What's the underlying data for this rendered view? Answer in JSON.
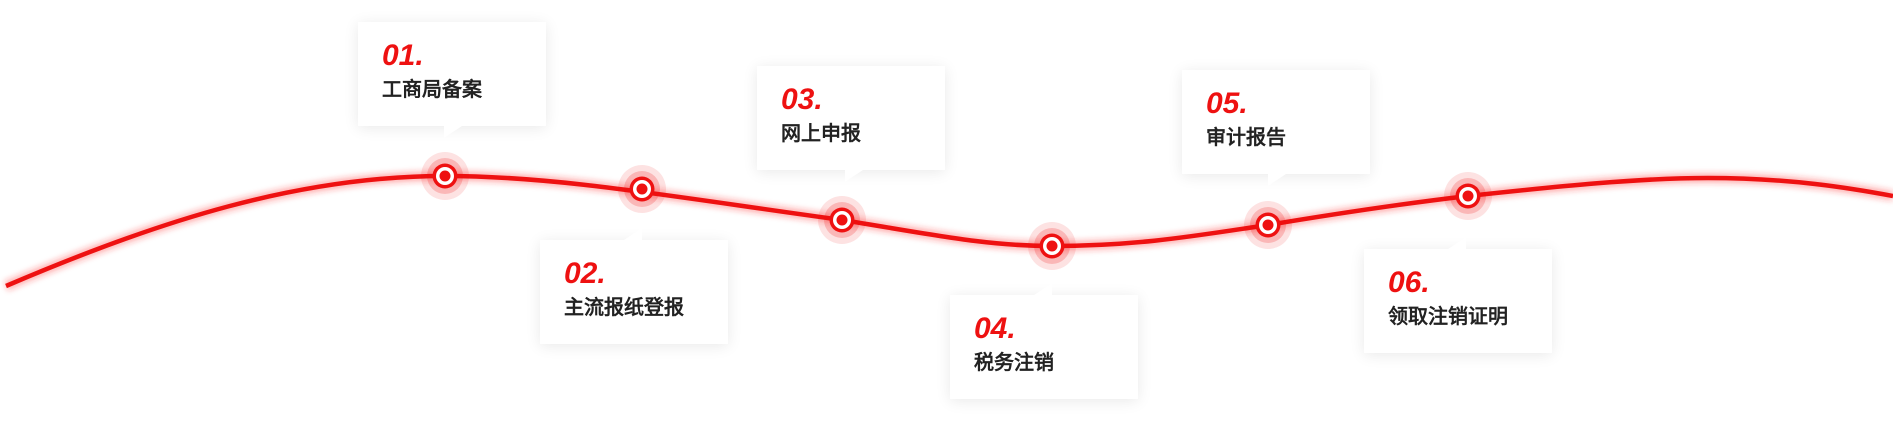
{
  "colors": {
    "accent": "#ee1111",
    "label_text": "#222222",
    "card_bg": "#ffffff"
  },
  "steps": [
    {
      "number": "01.",
      "label": "工商局备案"
    },
    {
      "number": "02.",
      "label": "主流报纸登报"
    },
    {
      "number": "03.",
      "label": "网上申报"
    },
    {
      "number": "04.",
      "label": "税务注销"
    },
    {
      "number": "05.",
      "label": "审计报告"
    },
    {
      "number": "06.",
      "label": "领取注销证明"
    }
  ]
}
